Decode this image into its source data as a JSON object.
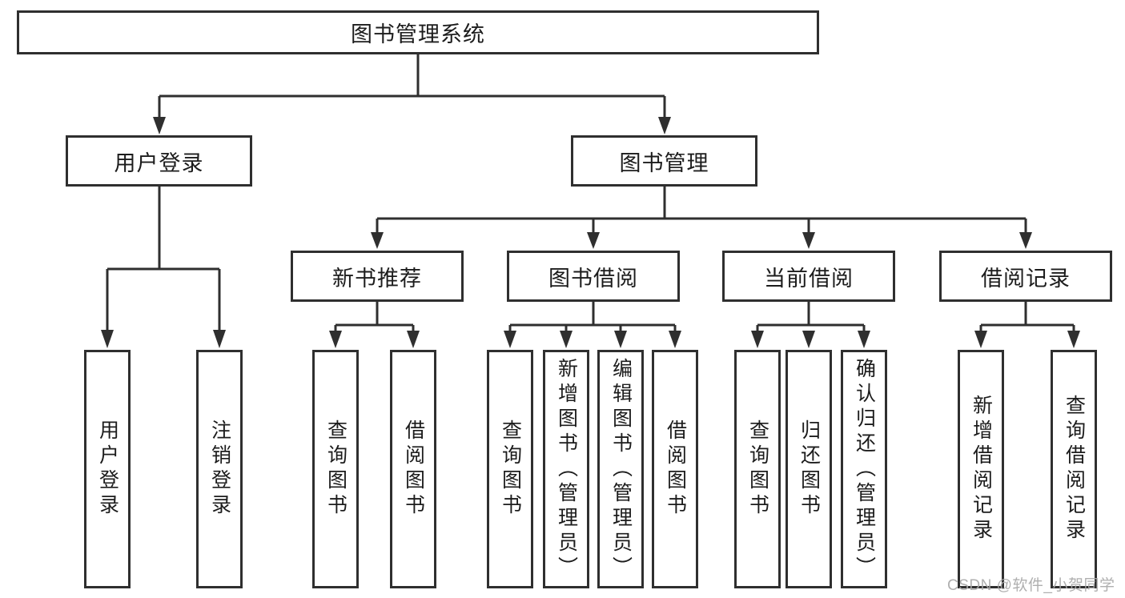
{
  "diagram": {
    "title": "图书管理系统",
    "root": {
      "label": "图书管理系统"
    },
    "level2": [
      {
        "label": "用户登录"
      },
      {
        "label": "图书管理"
      }
    ],
    "level3": [
      {
        "label": "新书推荐"
      },
      {
        "label": "图书借阅"
      },
      {
        "label": "当前借阅"
      },
      {
        "label": "借阅记录"
      }
    ],
    "leaves": {
      "user_login": [
        "用户登录",
        "注销登录"
      ],
      "new_books": [
        "查询图书",
        "借阅图书"
      ],
      "book_borrow": [
        "查询图书",
        "新增图书（管理员）",
        "编辑图书（管理员）",
        "借阅图书"
      ],
      "current_borrow": [
        "查询图书",
        "归还图书",
        "确认归还（管理员）"
      ],
      "borrow_records": [
        "新增借阅记录",
        "查询借阅记录"
      ]
    }
  },
  "watermark": {
    "text": "CSDN @软件_小贺同学"
  },
  "colors": {
    "line": "#2f2f2f",
    "box_border": "#2f2f2f",
    "text": "#1c1c1c",
    "watermark": "#a8a8a8",
    "background": "#ffffff"
  }
}
